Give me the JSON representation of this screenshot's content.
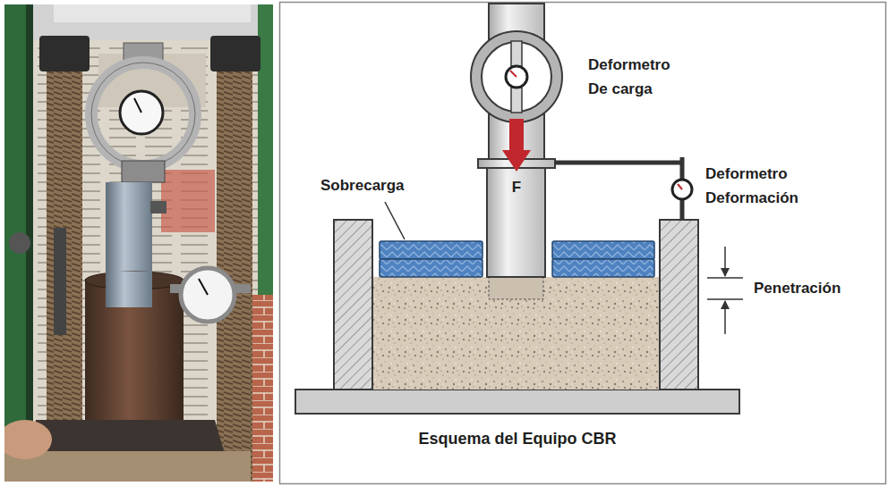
{
  "diagram": {
    "caption": "Esquema del Equipo CBR",
    "labels": [
      "Deformetro De carga",
      "Sobrecarga",
      "F",
      "Deformetro Deformación",
      "Penetración"
    ]
  }
}
